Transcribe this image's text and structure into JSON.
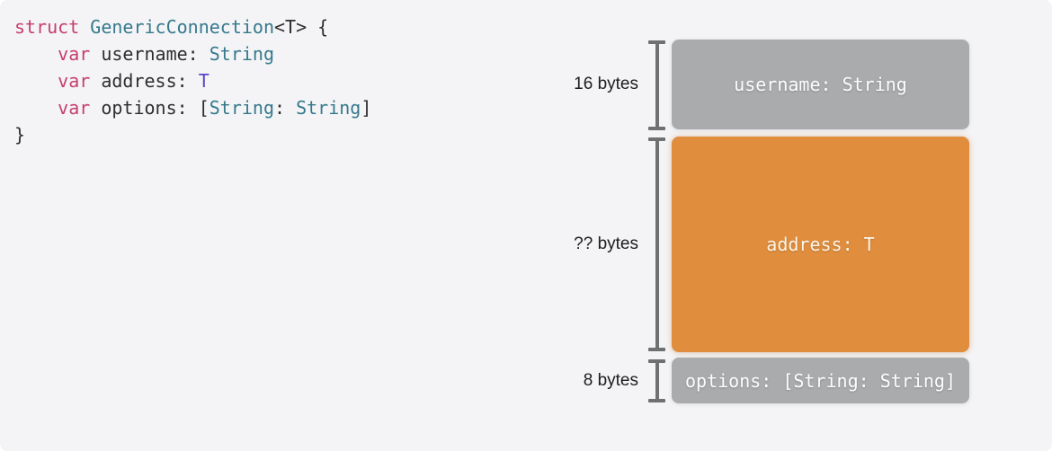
{
  "theme": {
    "bg": "#f4f4f6",
    "code-plain": "#2e2e30",
    "code-keyword": "#c53f6c",
    "code-type": "#35798c",
    "code-generic": "#5946c8",
    "label-color": "#1d1d1f",
    "bracket-color": "#6e7072",
    "gray-box": "#a9abad",
    "orange-box": "#e08e3e",
    "gray-box-text": "#fdfdfd",
    "orange-box-text": "#fcf5e8"
  },
  "code": {
    "lines": [
      {
        "tokens": [
          {
            "t": "struct"
          },
          {
            "t": " "
          },
          {
            "t": "GenericConnection"
          },
          {
            "t": "<T> {"
          }
        ]
      },
      {
        "tokens": [
          {
            "t": "    "
          },
          {
            "t": "var"
          },
          {
            "t": " username: "
          },
          {
            "t": "String"
          }
        ]
      },
      {
        "tokens": [
          {
            "t": "    "
          },
          {
            "t": "var"
          },
          {
            "t": " address: "
          },
          {
            "t": "T"
          }
        ]
      },
      {
        "tokens": [
          {
            "t": "    "
          },
          {
            "t": "var"
          },
          {
            "t": " options: ["
          },
          {
            "t": "String"
          },
          {
            "t": ": "
          },
          {
            "t": "String"
          },
          {
            "t": "]"
          }
        ]
      },
      {
        "tokens": [
          {
            "t": "}"
          }
        ]
      }
    ]
  },
  "diagram": {
    "rows": [
      {
        "label": "16 bytes",
        "field": "username: String"
      },
      {
        "label": "?? bytes",
        "field": "address: T"
      },
      {
        "label": "8 bytes",
        "field": "options: [String: String]"
      }
    ]
  }
}
